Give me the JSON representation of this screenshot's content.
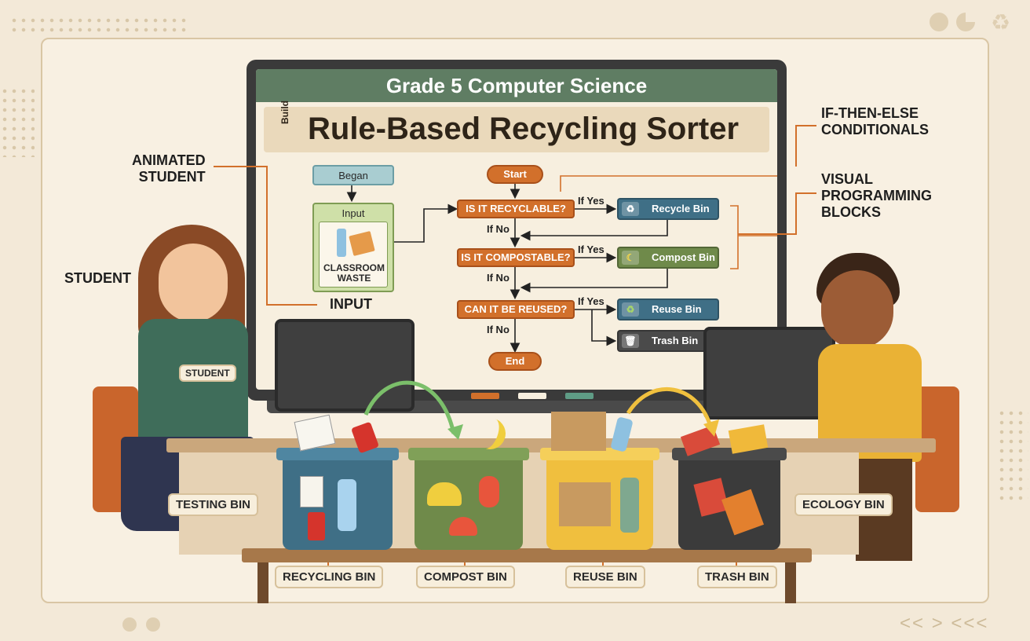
{
  "screen": {
    "header": "Grade 5 Computer Science",
    "title_prefix": "Build",
    "title": "Rule-Based Recycling Sorter"
  },
  "flow": {
    "began": "Began",
    "input_label": "Input",
    "input_caption": "CLASSROOM WASTE",
    "start": "Start",
    "end": "End",
    "q1": "IS IT RECYCLABLE?",
    "q2": "IS IT COMPOSTABLE?",
    "q3": "CAN IT BE REUSED?",
    "if_yes": "If Yes",
    "if_no": "If No",
    "bins": [
      {
        "label": "Recycle Bin",
        "color": "#3f6f86",
        "icon": "recycle-icon"
      },
      {
        "label": "Compost Bin",
        "color": "#6f8a4a",
        "icon": "banana-icon"
      },
      {
        "label": "Reuse Bin",
        "color": "#3f6f86",
        "icon": "recycle-icon"
      },
      {
        "label": "Trash Bin",
        "color": "#4a4a4a",
        "icon": "trash-icon"
      }
    ]
  },
  "callouts": {
    "animated_student": "ANIMATED\nSTUDENT",
    "student": "STUDENT",
    "input": "INPUT",
    "conditionals": "IF-THEN-ELSE\nCONDITIONALS",
    "visual_blocks": "VISUAL\nPROGRAMMING\nBLOCKS"
  },
  "shirt_badge": "STUDENT",
  "bin_tags": {
    "testing": "TESTING BIN",
    "ecology": "ECOLOGY BIN",
    "recycling": "RECYCLING BIN",
    "compost": "COMPOST BIN",
    "reuse": "REUSE BIN",
    "trash": "TRASH BIN"
  },
  "colors": {
    "recycle": "#3f6f86",
    "compost": "#6f8a4a",
    "reuse": "#f0bf3e",
    "trash": "#3b3b3b",
    "condition": "#d2702b",
    "header": "#5f7d63"
  }
}
